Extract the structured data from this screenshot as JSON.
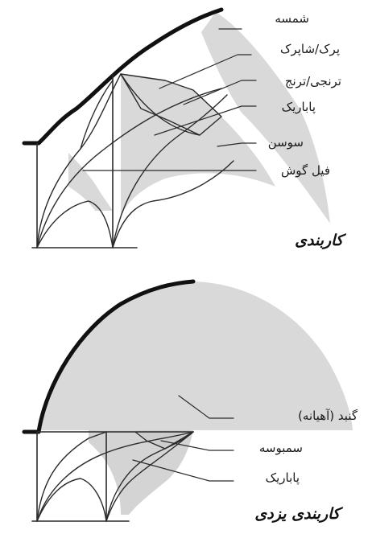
{
  "diagram_top": {
    "title": "کاربندی",
    "labels": [
      "شمسه",
      "پرک/شاپرک",
      "ترنجی/ترنج",
      "پاباریک",
      "سوسن",
      "فیل گوش"
    ]
  },
  "diagram_bottom": {
    "title": "کاربندی یزدی",
    "labels": [
      "گنبد (آهیانه)",
      "سمبوسه",
      "پاباریک"
    ]
  },
  "colors": {
    "fill": "#d9d9d9",
    "ink": "#111111",
    "line": "#2a2a2a"
  }
}
